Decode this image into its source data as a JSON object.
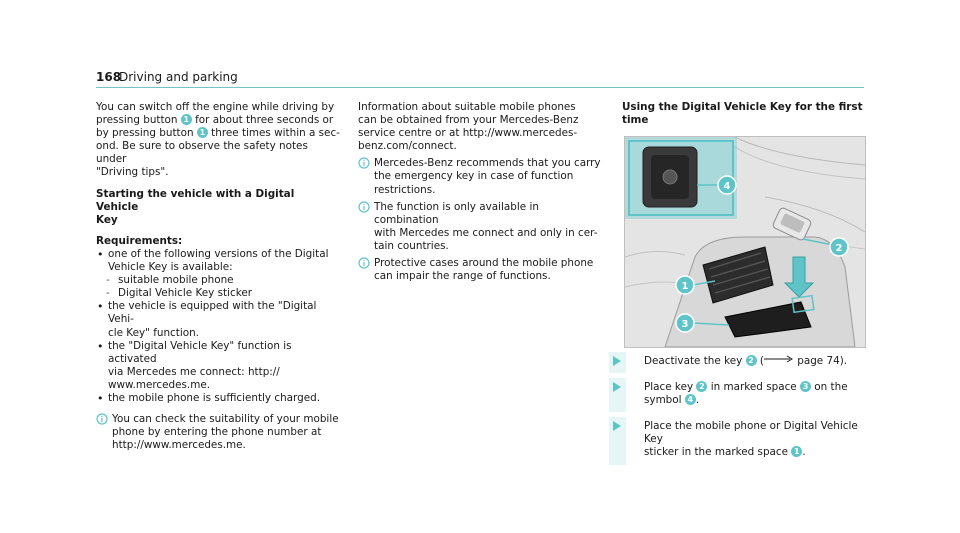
{
  "header": {
    "page_number": "168",
    "section_title": "Driving and parking"
  },
  "col1": {
    "intro": [
      "You can switch off the engine while driving by",
      "pressing button ",
      "1",
      " for about three seconds or",
      "by pressing button ",
      "1",
      " three times within a sec-",
      "ond. Be sure to observe the safety notes under",
      "\"Driving tips\"."
    ],
    "heading_lines": [
      "Starting the vehicle with a Digital Vehicle",
      "Key"
    ],
    "req_label": "Requirements:",
    "b1": [
      "one of the following versions of the Digital",
      "Vehicle Key is available:"
    ],
    "sub1": "suitable mobile phone",
    "sub2": "Digital Vehicle Key sticker",
    "b2": [
      "the vehicle is equipped with the \"Digital Vehi-",
      "cle Key\" function."
    ],
    "b3": [
      "the \"Digital Vehicle Key\" function is activated",
      "via Mercedes me connect: http://",
      "www.mercedes.me."
    ],
    "b4": "the mobile phone is sufficiently charged.",
    "note": [
      "You can check the suitability of your mobile",
      "phone by entering the phone number at",
      "http://www.mercedes.me."
    ]
  },
  "col2": {
    "info": [
      "Information about suitable mobile phones",
      "can be obtained from your Mercedes-Benz",
      "service centre or at http://www.mercedes-",
      "benz.com/connect."
    ],
    "n1": [
      "Mercedes-Benz recommends that you carry",
      "the emergency key in case of function",
      "restrictions."
    ],
    "n2": [
      "The function is only available in combination",
      "with Mercedes me connect and only in cer-",
      "tain countries."
    ],
    "n3": [
      "Protective cases around the mobile phone",
      "can impair the range of functions."
    ]
  },
  "col3": {
    "heading_lines": [
      "Using the Digital Vehicle Key for the first",
      "time"
    ],
    "figure_callouts": [
      "1",
      "2",
      "3",
      "4"
    ],
    "step1": {
      "before": "Deactivate the key ",
      "badge": "2",
      "mid": " (",
      "page": "page 74",
      "after": ")."
    },
    "step2": {
      "l1_a": "Place key ",
      "b1": "2",
      "l1_b": " in marked space ",
      "b2": "3",
      "l1_c": " on the",
      "l2_a": "symbol ",
      "b3": "4",
      "l2_b": "."
    },
    "step3": {
      "l1": "Place the mobile phone or Digital Vehicle Key",
      "l2_a": "sticker in the marked space ",
      "b1": "1",
      "l2_b": "."
    }
  },
  "colors": {
    "accent": "#5fc4c8",
    "rule": "#6fc6c9"
  },
  "icons": {
    "note": "info-circle-icon",
    "step": "arrow-right-icon"
  }
}
